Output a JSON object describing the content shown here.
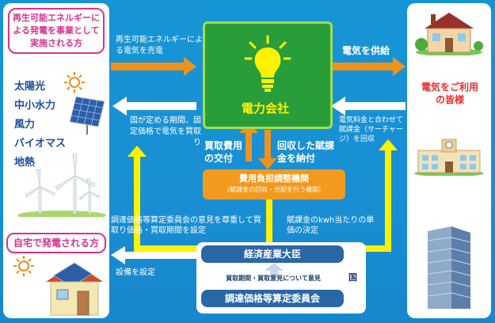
{
  "colors": {
    "background": "#1595d6",
    "orange_arrow": "#f0921c",
    "yellow_arrow": "#fff200",
    "green_box": "#2a9d3b",
    "pink_border": "#d6338f",
    "navy_text": "#1b4e9e",
    "gov_blue": "#2a67a6"
  },
  "generators": {
    "business_box": "再生可能エネルギーによる発電を事業として実施される方",
    "sources": [
      "太陽光",
      "中小水力",
      "風力",
      "バイオマス",
      "地熱"
    ],
    "home_box": "自宅で発電される方"
  },
  "utility": {
    "name": "電力会社",
    "icon": "light-bulb-icon"
  },
  "consumers": {
    "label": "電気をご利用の皆様",
    "icons": [
      "house-icon",
      "school-icon",
      "office-building-icon"
    ]
  },
  "flows": {
    "sell_electricity": "再生可能エネルギーによる電気を売電",
    "fixed_price_purchase": "国が定める期間、固定価格で電気を買取り",
    "supply_electricity": "電気を供給",
    "surcharge_collection": "電気料金と合わせて賦課金（サーチャージ）を回収",
    "purchase_cost_grant": "買取費用の交付",
    "surcharge_payment": "回収した賦課金を納付",
    "price_setting": "調達価格等算定委員会の意見を尊重して買取り価格・買取期間を設定",
    "surcharge_decision": "賦課金のkwh当たりの単価の決定",
    "equipment_certification": "設備を設定"
  },
  "adjustment_body": {
    "name": "費用負担調整機関",
    "sub": "（賦課金の回収・分配を行う機関）"
  },
  "government": {
    "label": "国",
    "ministry": "経済産業大臣",
    "opinion": "買取期間・買取意見について意見",
    "committee": "調達価格等算定委員会"
  }
}
